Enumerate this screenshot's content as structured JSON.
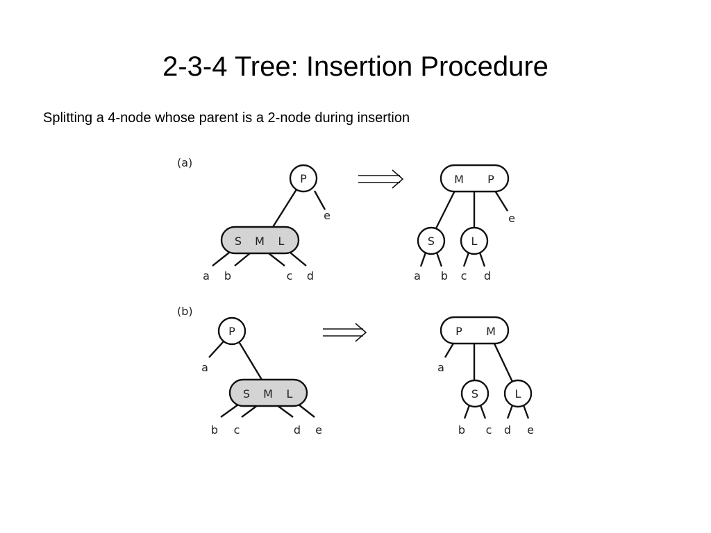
{
  "title": "2-3-4 Tree: Insertion Procedure",
  "subtitle": "Splitting a 4-node whose parent is a 2-node during insertion",
  "diagram": {
    "part_a": {
      "label": "(a)",
      "before": {
        "parent": "P",
        "parent_right_child": "e",
        "four_node_keys": [
          "S",
          "M",
          "L"
        ],
        "four_node_children": [
          "a",
          "b",
          "c",
          "d"
        ]
      },
      "after": {
        "parent_keys": [
          "M",
          "P"
        ],
        "parent_right_child": "e",
        "left_node": "S",
        "left_node_children": [
          "a",
          "b"
        ],
        "right_node": "L",
        "right_node_children": [
          "c",
          "d"
        ]
      }
    },
    "part_b": {
      "label": "(b)",
      "before": {
        "parent": "P",
        "parent_left_child": "a",
        "four_node_keys": [
          "S",
          "M",
          "L"
        ],
        "four_node_children": [
          "b",
          "c",
          "d",
          "e"
        ]
      },
      "after": {
        "parent_keys": [
          "P",
          "M"
        ],
        "parent_left_child": "a",
        "left_node": "S",
        "left_node_children": [
          "b",
          "c"
        ],
        "right_node": "L",
        "right_node_children": [
          "d",
          "e"
        ]
      }
    }
  }
}
